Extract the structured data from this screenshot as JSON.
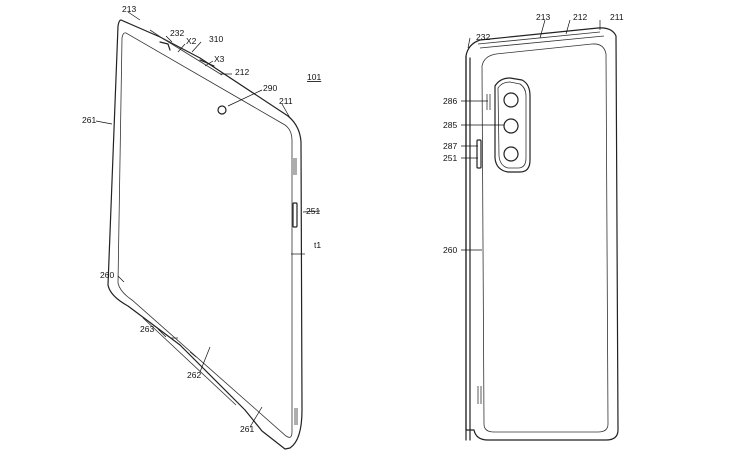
{
  "figures": {
    "left": {
      "device_ref": "101",
      "labels": {
        "l213": "213",
        "l232": "232",
        "lX2": "X2",
        "l310": "310",
        "lX3": "X3",
        "l212": "212",
        "l290": "290",
        "l211": "211",
        "l261a": "261",
        "l251": "251",
        "l11": "t1",
        "l260": "260",
        "l263": "263",
        "l262": "262",
        "l261b": "261"
      }
    },
    "right": {
      "labels": {
        "r232": "232",
        "r213": "213",
        "r212": "212",
        "r211": "211",
        "r286": "286",
        "r285": "285",
        "r287": "287",
        "r251": "251",
        "r260": "260"
      }
    }
  }
}
